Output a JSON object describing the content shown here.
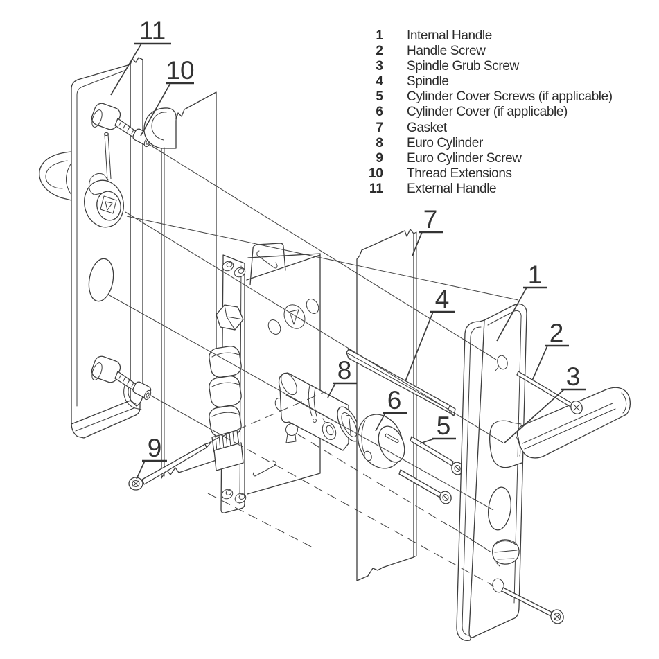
{
  "title": "Door lock exploded parts diagram",
  "colors": {
    "line": "#3d3d3d",
    "text": "#2b2b2b",
    "background": "#ffffff"
  },
  "legend": {
    "items": [
      {
        "num": "1",
        "label": "Internal Handle"
      },
      {
        "num": "2",
        "label": "Handle Screw"
      },
      {
        "num": "3",
        "label": "Spindle Grub Screw"
      },
      {
        "num": "4",
        "label": "Spindle"
      },
      {
        "num": "5",
        "label": "Cylinder Cover Screws (if applicable)"
      },
      {
        "num": "6",
        "label": "Cylinder Cover (if applicable)"
      },
      {
        "num": "7",
        "label": "Gasket"
      },
      {
        "num": "8",
        "label": "Euro Cylinder"
      },
      {
        "num": "9",
        "label": "Euro Cylinder Screw"
      },
      {
        "num": "10",
        "label": "Thread Extensions"
      },
      {
        "num": "11",
        "label": "External Handle"
      }
    ]
  },
  "diagram": {
    "callouts": [
      {
        "number": "11",
        "part": "External Handle"
      },
      {
        "number": "10",
        "part": "Thread Extensions"
      },
      {
        "number": "7",
        "part": "Gasket"
      },
      {
        "number": "1",
        "part": "Internal Handle"
      },
      {
        "number": "2",
        "part": "Handle Screw"
      },
      {
        "number": "3",
        "part": "Spindle Grub Screw"
      },
      {
        "number": "4",
        "part": "Spindle"
      },
      {
        "number": "8",
        "part": "Euro Cylinder"
      },
      {
        "number": "6",
        "part": "Cylinder Cover"
      },
      {
        "number": "5",
        "part": "Cylinder Cover Screws"
      },
      {
        "number": "9",
        "part": "Euro Cylinder Screw"
      }
    ]
  }
}
